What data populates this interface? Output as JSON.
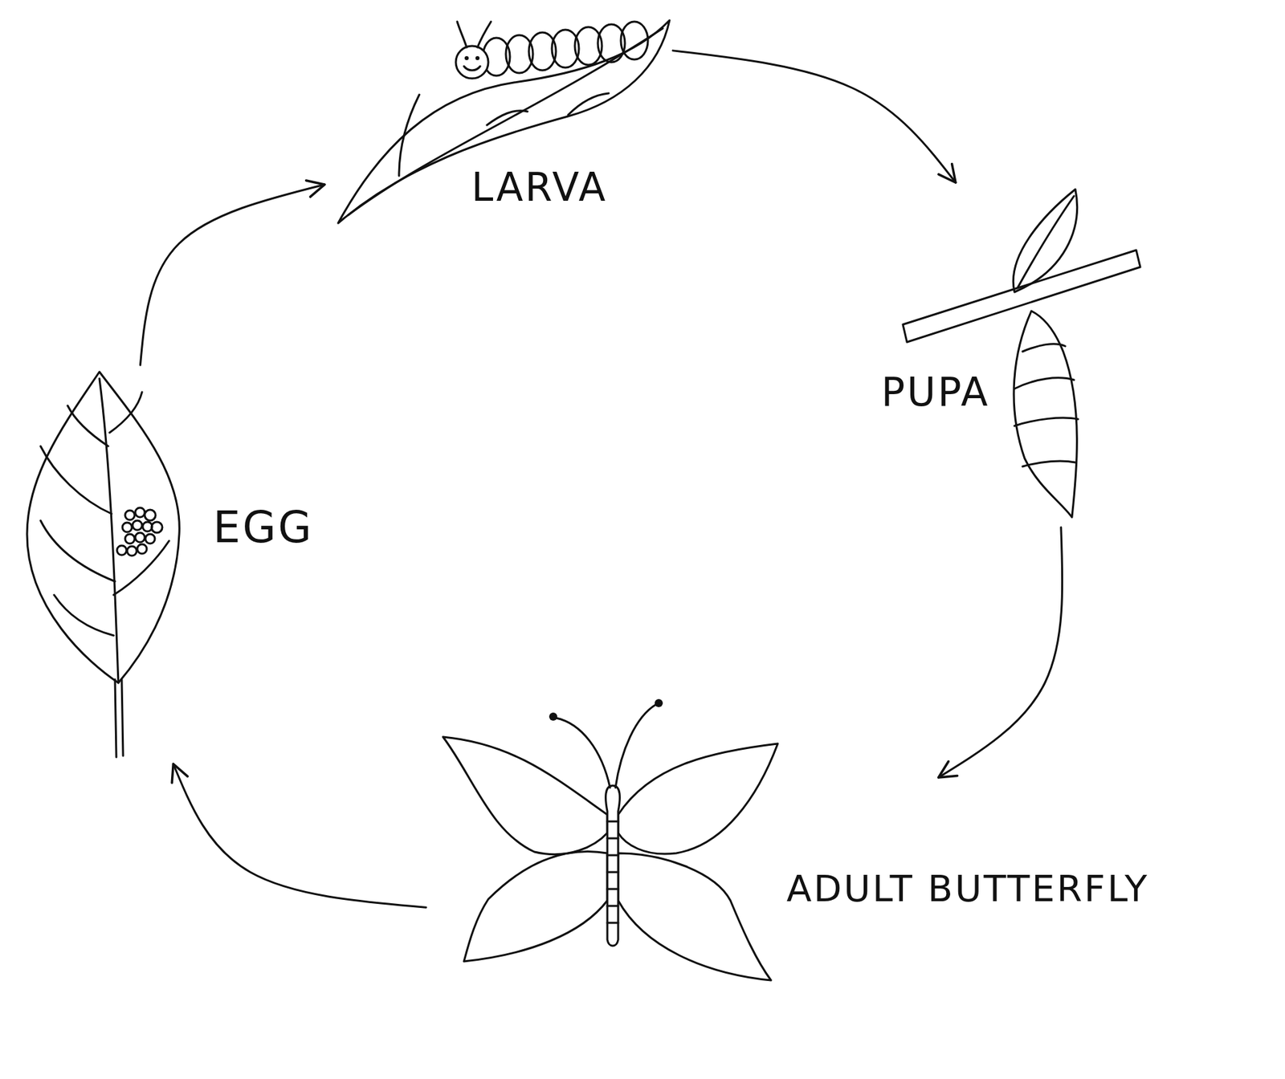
{
  "diagram": {
    "nodes": [
      {
        "text": [
          "EGG"
        ]
      },
      {
        "text": [
          "LARVA"
        ]
      },
      {
        "text": [
          "PUPA"
        ]
      },
      {
        "text": [
          "ADULT BUTTERFLY"
        ]
      }
    ],
    "edges": [
      {
        "from": 0,
        "to": 1,
        "arrow": "to"
      },
      {
        "from": 1,
        "to": 2,
        "arrow": "to"
      },
      {
        "from": 2,
        "to": 3,
        "arrow": "to"
      },
      {
        "from": 3,
        "to": 0,
        "arrow": "to"
      }
    ]
  }
}
